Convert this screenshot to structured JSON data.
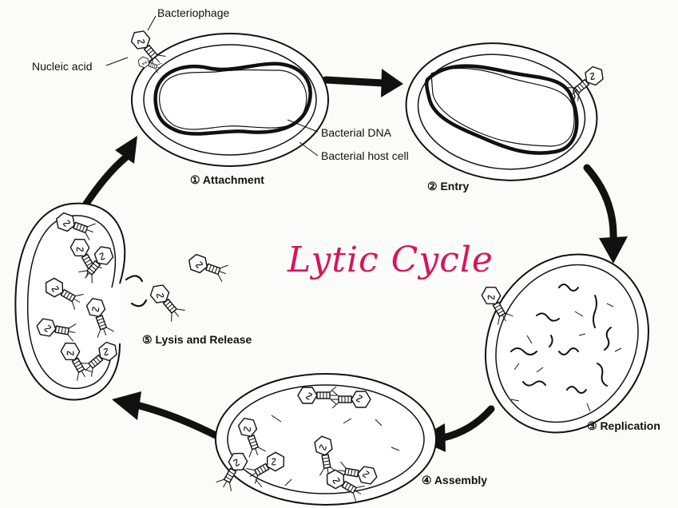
{
  "title": "Lytic Cycle",
  "labels": {
    "bacteriophage": "Bacteriophage",
    "nucleic_acid": "Nucleic acid",
    "bacterial_dna": "Bacterial DNA",
    "bacterial_host_cell": "Bacterial host cell"
  },
  "steps": [
    {
      "label": "① Attachment"
    },
    {
      "label": "② Entry"
    },
    {
      "label": "③ Replication"
    },
    {
      "label": "④ Assembly"
    },
    {
      "label": "⑤ Lysis and Release"
    }
  ],
  "colors": {
    "title": "#d8145a",
    "ink": "#111111"
  }
}
